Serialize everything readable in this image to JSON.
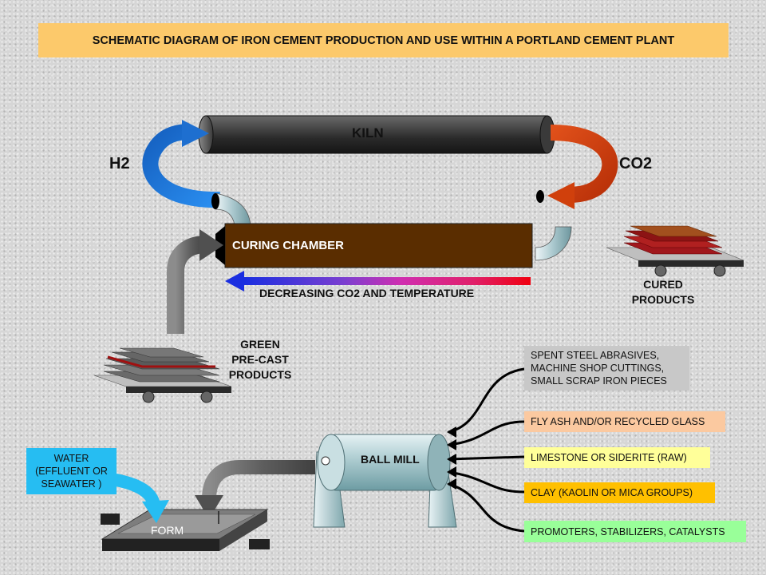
{
  "title": "SCHEMATIC DIAGRAM OF IRON CEMENT PRODUCTION AND USE WITHIN A PORTLAND CEMENT PLANT",
  "kiln": "KILN",
  "h2": "H2",
  "co2": "CO2",
  "curing_chamber": "CURING CHAMBER",
  "gradient_label": "DECREASING CO2 AND TEMPERATURE",
  "cured_products": [
    "CURED",
    "PRODUCTS"
  ],
  "green_products": [
    "GREEN",
    "PRE-CAST",
    "PRODUCTS"
  ],
  "ball_mill": "BALL MILL",
  "form": "FORM",
  "water": [
    "WATER",
    "(EFFLUENT OR",
    "SEAWATER )"
  ],
  "inputs": [
    {
      "lines": [
        "SPENT STEEL ABRASIVES,",
        "MACHINE SHOP CUTTINGS,",
        "SMALL SCRAP IRON PIECES"
      ],
      "color": "#c8c8c8"
    },
    {
      "lines": [
        "FLY ASH AND/OR RECYCLED GLASS"
      ],
      "color": "#fbc9a0"
    },
    {
      "lines": [
        "LIMESTONE OR SIDERITE  (RAW)"
      ],
      "color": "#ffff99"
    },
    {
      "lines": [
        "CLAY (KAOLIN OR MICA GROUPS)"
      ],
      "color": "#ffc000"
    },
    {
      "lines": [
        "PROMOTERS, STABILIZERS, CATALYSTS"
      ],
      "color": "#99ff99"
    }
  ],
  "colors": {
    "title_bg": "#fcc96b",
    "h2_arrow": "#1e6fd0",
    "co2_arrow": "#d0400c",
    "curing_chamber": "#5a2d00",
    "water_box": "#26bdf2"
  }
}
